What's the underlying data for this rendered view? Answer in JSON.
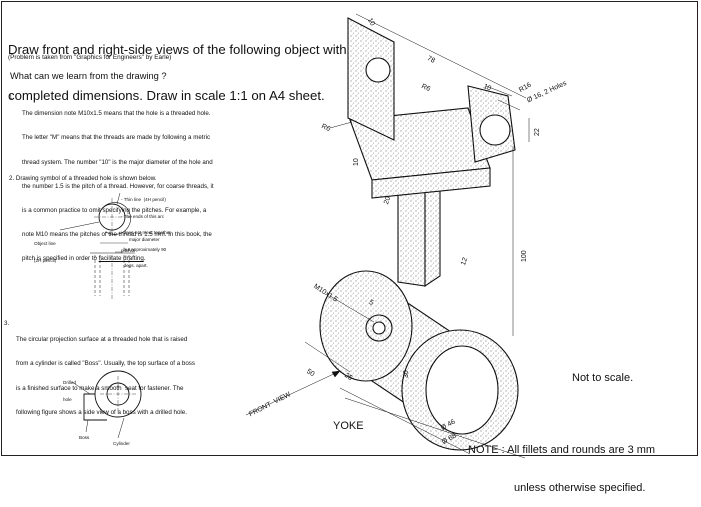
{
  "title_lines": [
    "Draw front and right-side views of the following object with a",
    "completed dimensions. Draw in scale 1:1 on A4 sheet."
  ],
  "source_note": "(Problem is taken from \"Graphics for Engineers\" by Earle)",
  "learn_heading": "What can we learn from the drawing ?",
  "note1": {
    "number": "1.",
    "lines": [
      "The dimension note M10x1.5 means that the hole is a threaded hole.",
      "The letter \"M\" means that the threads are made by following a metric",
      "thread system. The number \"10\" is the major diameter of the hole and",
      "the number 1.5 is the pitch of a thread. However, for coarse threads, it",
      "is a common practice to omit specifying the pitches. For example, a",
      "note M10 means the pitches of the thread is 1.5 mm. In this book, the"
    ],
    "last_prefix": "pitch is specified in order to ",
    "last_underlined": "facilitate drafting",
    "last_suffix": "."
  },
  "note2": {
    "heading": "2. Drawing symbol of a threaded hole is shown below.",
    "thin_line_callout": [
      "- Thin line  (4H pencil)",
      "- The ends of this arc",
      "  does not meet together",
      "  but approximately 90",
      "  degs. apart."
    ],
    "object_line": [
      "Object line",
      "(2H pencil)"
    ],
    "major_diameter": "major diameter",
    "pitch": "pitch/2"
  },
  "note3": {
    "number": "3.",
    "lines": [
      "The circular projection surface at a threaded hole that is raised",
      "from a cylinder is called \"Boss\". Usually, the top surface of a boss",
      "is a finished surface to make a smooth  seat for fastener. The",
      "following figure shows a side view of a boss with a drilled hole."
    ],
    "labels": {
      "drilled_hole": [
        "Drilled",
        "hole"
      ],
      "boss": "Boss",
      "cylinder": "Cylinder"
    }
  },
  "dimensions": {
    "d10_top": "10",
    "d78": "78",
    "r6_top": "R6",
    "d10_right": "10",
    "r16": "R16",
    "hole_note": "Ø 16, 2 Holes",
    "r6_left": "R6",
    "d22": "22",
    "d10_web": "10",
    "d20": "20",
    "d100": "100",
    "d5": "5",
    "thread": "M10x1.5",
    "d50": "50",
    "d25": "25",
    "d30": "30",
    "dia46": "Ø 46",
    "dia68": "Ø 68",
    "d12": "12"
  },
  "front_view": "FRONT  VIEW",
  "part_name": "YOKE",
  "scale_note": "Not to scale.",
  "note_general": [
    "NOTE : All fillets and rounds are 3 mm",
    "unless otherwise specified."
  ]
}
